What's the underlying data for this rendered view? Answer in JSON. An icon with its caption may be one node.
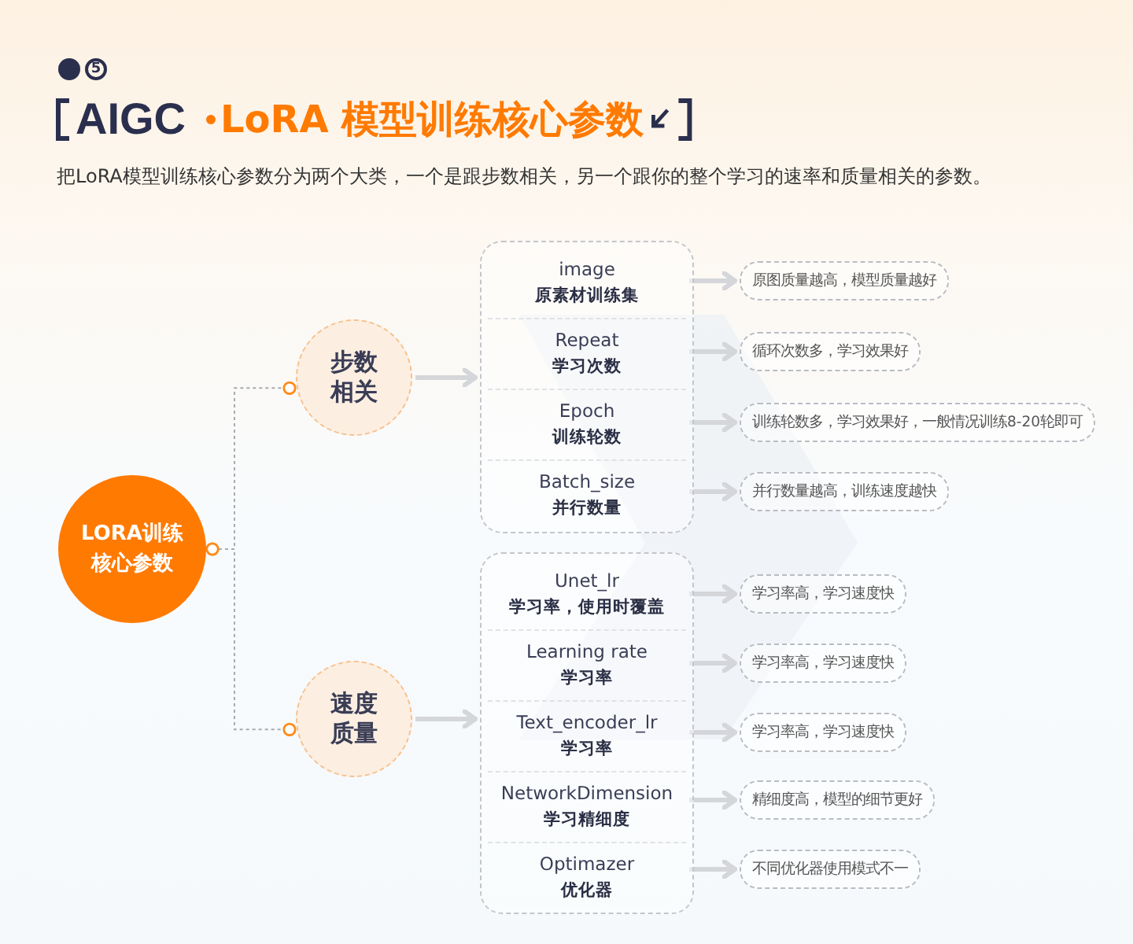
{
  "diagram": {
    "title": "LoRA 模型训练核心参数",
    "nodes": [
      {
        "text": [
          "LORA训练核心参数"
        ]
      },
      {
        "text": [
          "步数相关"
        ]
      },
      {
        "text": [
          "速度质量"
        ]
      },
      {
        "text": [],
        "shape": "box"
      },
      {
        "text": [
          "image",
          "原素材训练集"
        ],
        "in": 3
      },
      {
        "text": [
          "Repeat",
          "学习次数"
        ],
        "in": 3
      },
      {
        "text": [
          "Epoch",
          "训练轮数"
        ],
        "in": 3
      },
      {
        "text": [
          "Batch_size",
          "并行数量"
        ],
        "in": 3
      },
      {
        "text": [],
        "shape": "box"
      },
      {
        "text": [
          "Unet_lr",
          "学习率，使用时覆盖"
        ],
        "in": 8
      },
      {
        "text": [
          "Learning rate",
          "学习率"
        ],
        "in": 8
      },
      {
        "text": [
          "Text_encoder_lr",
          "学习率"
        ],
        "in": 8
      },
      {
        "text": [
          "NetworkDimension",
          "学习精细度"
        ],
        "in": 8
      },
      {
        "text": [
          "Optimazer",
          "优化器"
        ],
        "in": 8
      },
      {
        "text": [
          "原图质量越高，模型质量越好"
        ]
      },
      {
        "text": [
          "循环次数多，学习效果好"
        ]
      },
      {
        "text": [
          "训练轮数多，学习效果好，一般情况训练8-20轮即可"
        ]
      },
      {
        "text": [
          "并行数量越高，训练速度越快"
        ]
      },
      {
        "text": [
          "学习率高，学习速度快"
        ]
      },
      {
        "text": [
          "学习率高，学习速度快"
        ]
      },
      {
        "text": [
          "学习率高，学习速度快"
        ]
      },
      {
        "text": [
          "精细度高，模型的细节更好"
        ]
      },
      {
        "text": [
          "不同优化器使用模式不一"
        ]
      }
    ],
    "edges": [
      {
        "from": 0,
        "to": 1,
        "arrow": "other",
        "style": "dashed"
      },
      {
        "from": 0,
        "to": 2,
        "arrow": "other",
        "style": "dashed"
      },
      {
        "from": 1,
        "to": 3,
        "arrow": "to"
      },
      {
        "from": 2,
        "to": 8,
        "arrow": "to"
      },
      {
        "from": 4,
        "to": 14,
        "arrow": "to"
      },
      {
        "from": 5,
        "to": 15,
        "arrow": "to"
      },
      {
        "from": 6,
        "to": 16,
        "arrow": "to"
      },
      {
        "from": 7,
        "to": 17,
        "arrow": "to"
      },
      {
        "from": 9,
        "to": 18,
        "arrow": "to"
      },
      {
        "from": 10,
        "to": 19,
        "arrow": "to"
      },
      {
        "from": 11,
        "to": 20,
        "arrow": "to"
      },
      {
        "from": 12,
        "to": 21,
        "arrow": "to"
      },
      {
        "from": 13,
        "to": 22,
        "arrow": "to"
      }
    ],
    "labels": [
      "5",
      "AIGC",
      "把LoRA模型训练核心参数分为两个大类，一个是跟步数相关，另一个跟你的整个学习的速率和质量相关的参数。"
    ]
  }
}
